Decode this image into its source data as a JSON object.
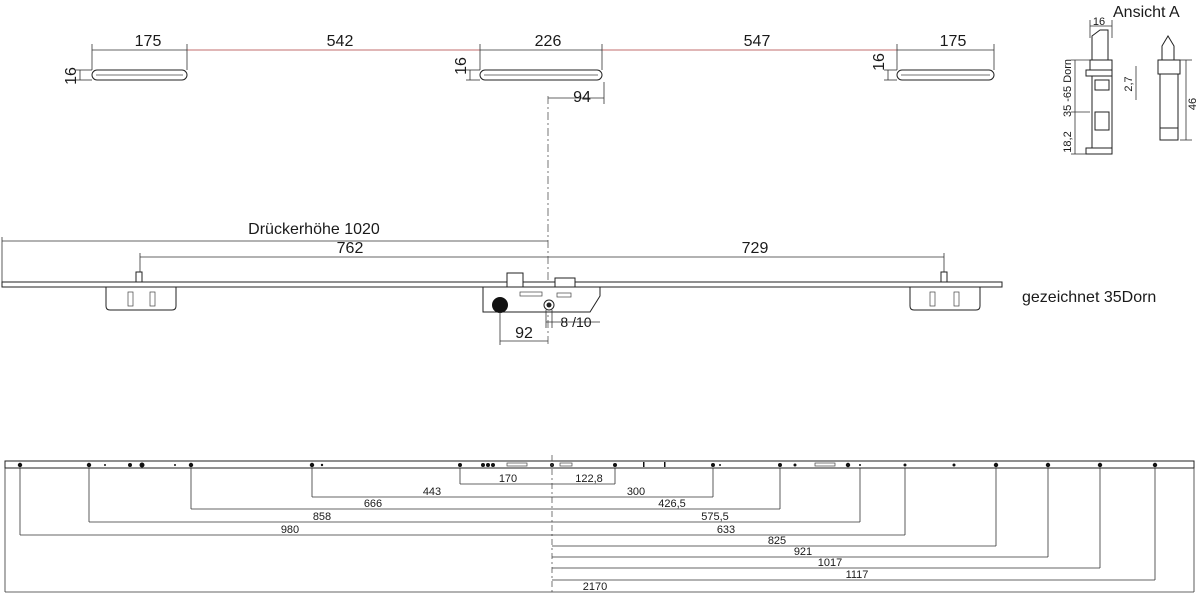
{
  "view_a": {
    "title": "Ansicht A",
    "dim_width": "16",
    "dim_dorn": "35 -65 Dorn",
    "dim_small": "2,7",
    "dim_bottom": "18,2",
    "dim_height": "46"
  },
  "top_row": {
    "dims": [
      "175",
      "542",
      "226",
      "547",
      "175"
    ],
    "heights": [
      "16",
      "16",
      "16"
    ],
    "offset": "94"
  },
  "middle": {
    "handle_height": "Drückerhöhe 1020",
    "left_span": "762",
    "right_span": "729",
    "drawn_note": "gezeichnet 35Dorn",
    "lock_offset": "92",
    "square": "8 /10"
  },
  "bottom_dims": {
    "left": [
      "170",
      "443",
      "666",
      "858",
      "980"
    ],
    "right": [
      "122,8",
      "300",
      "426,5",
      "575,5",
      "633",
      "825",
      "921",
      "1017",
      "1117"
    ],
    "total": "2170"
  }
}
